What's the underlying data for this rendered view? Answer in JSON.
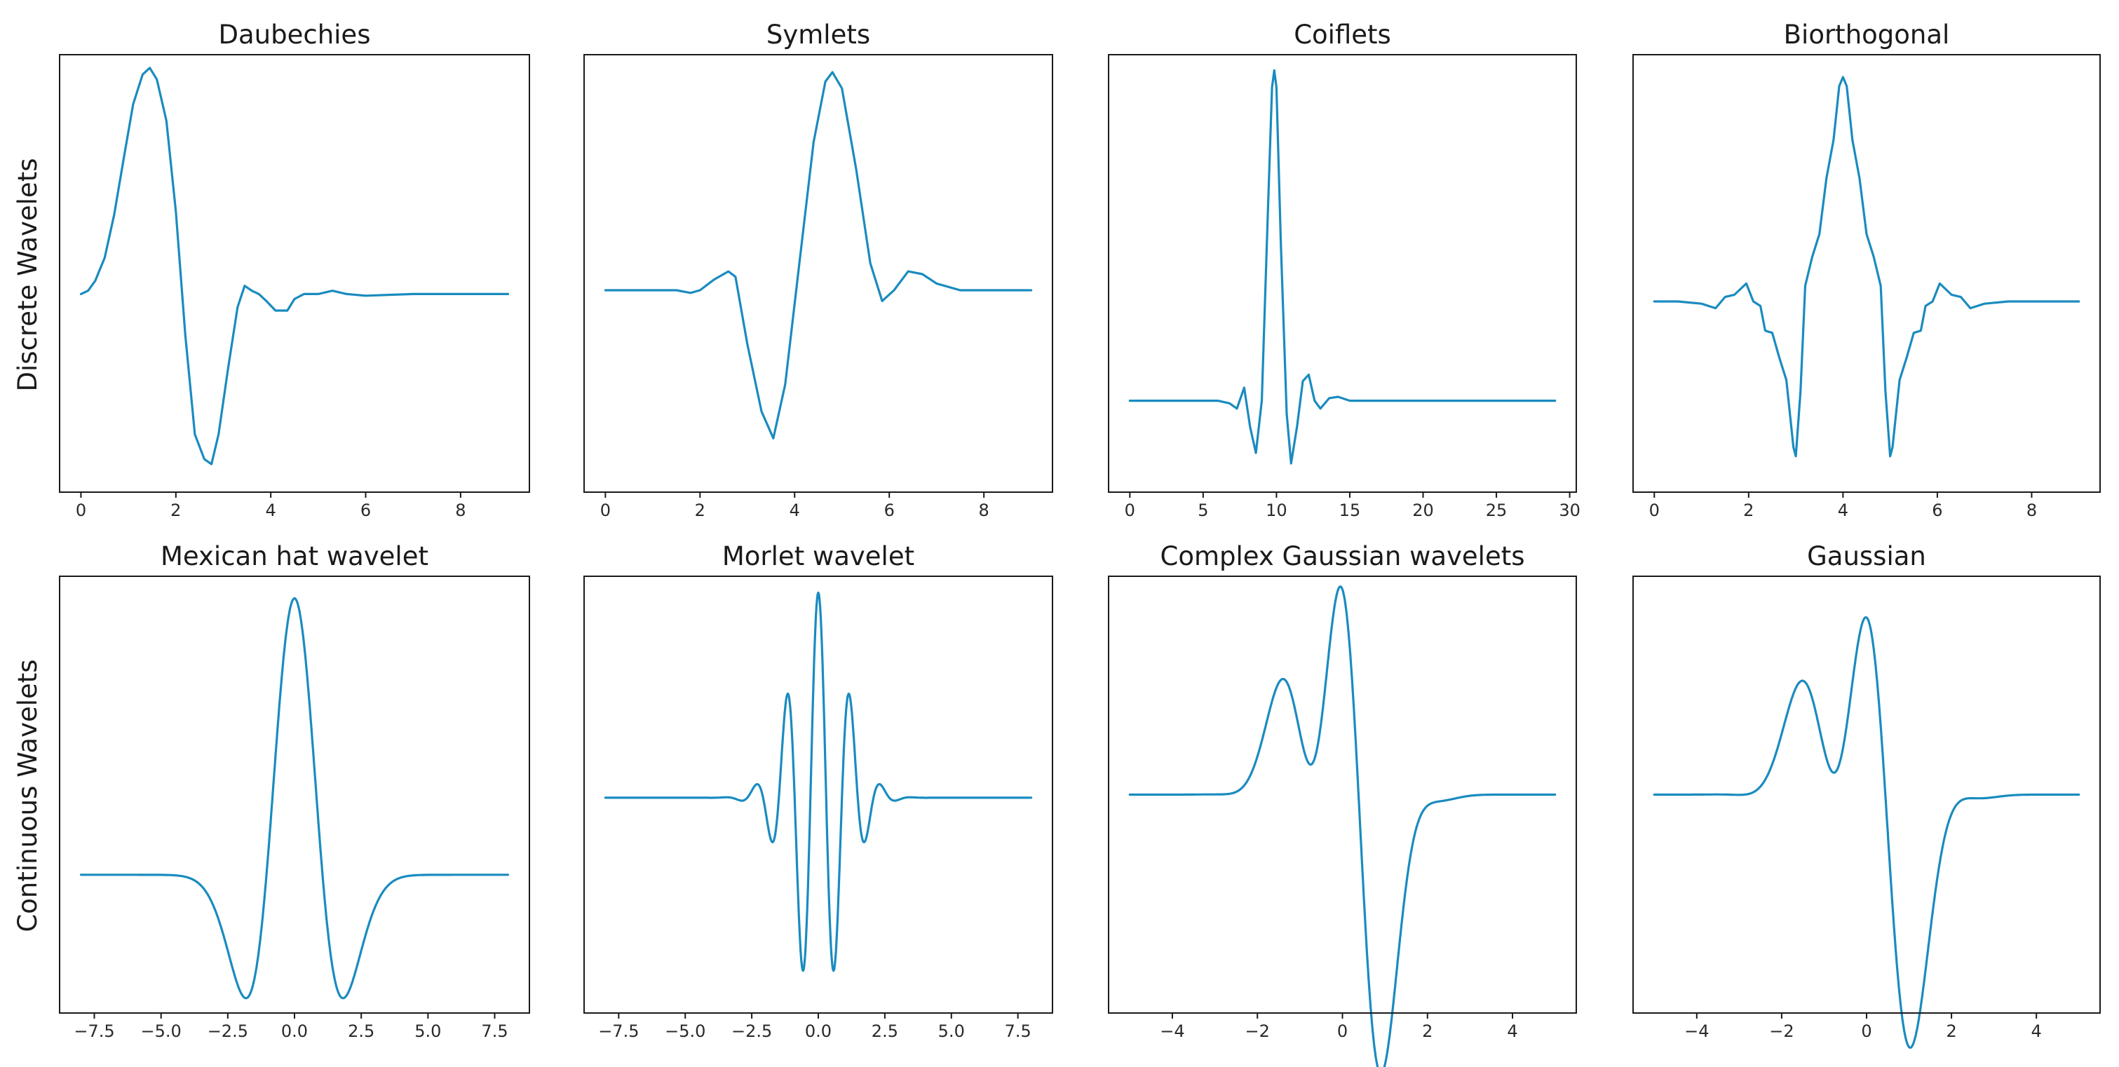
{
  "row_labels": [
    "Discrete Wavelets",
    "Continuous Wavelets"
  ],
  "colors": {
    "line": "#1a8bbf",
    "axes": "#1a1a1a",
    "background": "#ffffff"
  },
  "chart_data": [
    {
      "type": "line",
      "title": "Daubechies",
      "xlabel": "",
      "ylabel": "",
      "xlim": [
        -0.45,
        9.45
      ],
      "ylim": [
        -1.2,
        1.45
      ],
      "xticks": [
        0,
        2,
        4,
        6,
        8
      ],
      "xtick_labels": [
        "0",
        "2",
        "4",
        "6",
        "8"
      ],
      "series": [
        {
          "points": [
            [
              0,
              0
            ],
            [
              0.15,
              0.02
            ],
            [
              0.3,
              0.08
            ],
            [
              0.5,
              0.22
            ],
            [
              0.7,
              0.48
            ],
            [
              0.9,
              0.82
            ],
            [
              1.1,
              1.15
            ],
            [
              1.3,
              1.33
            ],
            [
              1.45,
              1.37
            ],
            [
              1.6,
              1.3
            ],
            [
              1.8,
              1.05
            ],
            [
              2.0,
              0.5
            ],
            [
              2.2,
              -0.25
            ],
            [
              2.4,
              -0.85
            ],
            [
              2.6,
              -1.0
            ],
            [
              2.75,
              -1.03
            ],
            [
              2.9,
              -0.85
            ],
            [
              3.1,
              -0.45
            ],
            [
              3.3,
              -0.08
            ],
            [
              3.45,
              0.05
            ],
            [
              3.6,
              0.02
            ],
            [
              3.75,
              0.0
            ],
            [
              3.9,
              -0.04
            ],
            [
              4.1,
              -0.1
            ],
            [
              4.35,
              -0.1
            ],
            [
              4.5,
              -0.03
            ],
            [
              4.7,
              0.0
            ],
            [
              5.0,
              0.0
            ],
            [
              5.3,
              0.02
            ],
            [
              5.6,
              0.0
            ],
            [
              6.0,
              -0.01
            ],
            [
              7.0,
              0.0
            ],
            [
              9.0,
              0.0
            ]
          ]
        }
      ]
    },
    {
      "type": "line",
      "title": "Symlets",
      "xlabel": "",
      "ylabel": "",
      "xlim": [
        -0.45,
        9.45
      ],
      "ylim": [
        -1.5,
        1.75
      ],
      "xticks": [
        0,
        2,
        4,
        6,
        8
      ],
      "xtick_labels": [
        "0",
        "2",
        "4",
        "6",
        "8"
      ],
      "series": [
        {
          "points": [
            [
              0,
              0
            ],
            [
              1.5,
              0.0
            ],
            [
              1.8,
              -0.02
            ],
            [
              2.0,
              0.0
            ],
            [
              2.3,
              0.08
            ],
            [
              2.6,
              0.14
            ],
            [
              2.75,
              0.1
            ],
            [
              3.0,
              -0.4
            ],
            [
              3.3,
              -0.9
            ],
            [
              3.55,
              -1.1
            ],
            [
              3.8,
              -0.7
            ],
            [
              4.1,
              0.2
            ],
            [
              4.4,
              1.1
            ],
            [
              4.65,
              1.55
            ],
            [
              4.8,
              1.62
            ],
            [
              5.0,
              1.5
            ],
            [
              5.3,
              0.9
            ],
            [
              5.6,
              0.2
            ],
            [
              5.85,
              -0.08
            ],
            [
              6.1,
              0.0
            ],
            [
              6.4,
              0.14
            ],
            [
              6.7,
              0.12
            ],
            [
              7.0,
              0.05
            ],
            [
              7.5,
              0.0
            ],
            [
              9.0,
              0.0
            ]
          ]
        }
      ]
    },
    {
      "type": "line",
      "title": "Coiflets",
      "xlabel": "",
      "ylabel": "",
      "xlim": [
        -1.45,
        30.45
      ],
      "ylim": [
        -0.7,
        2.65
      ],
      "xticks": [
        0,
        5,
        10,
        15,
        20,
        25,
        30
      ],
      "xtick_labels": [
        "0",
        "5",
        "10",
        "15",
        "20",
        "25",
        "30"
      ],
      "series": [
        {
          "points": [
            [
              0,
              0
            ],
            [
              6.0,
              0.0
            ],
            [
              6.8,
              -0.02
            ],
            [
              7.3,
              -0.06
            ],
            [
              7.8,
              0.1
            ],
            [
              8.2,
              -0.2
            ],
            [
              8.6,
              -0.4
            ],
            [
              9.0,
              0.0
            ],
            [
              9.4,
              1.4
            ],
            [
              9.7,
              2.4
            ],
            [
              9.85,
              2.53
            ],
            [
              10.0,
              2.4
            ],
            [
              10.3,
              1.2
            ],
            [
              10.7,
              -0.1
            ],
            [
              11.0,
              -0.48
            ],
            [
              11.4,
              -0.2
            ],
            [
              11.8,
              0.15
            ],
            [
              12.2,
              0.2
            ],
            [
              12.6,
              0.0
            ],
            [
              13.0,
              -0.06
            ],
            [
              13.6,
              0.02
            ],
            [
              14.2,
              0.03
            ],
            [
              15.0,
              0.0
            ],
            [
              20.0,
              0.0
            ],
            [
              29.0,
              0.0
            ]
          ]
        }
      ]
    },
    {
      "type": "line",
      "title": "Biorthogonal",
      "xlabel": "",
      "ylabel": "",
      "xlim": [
        -0.45,
        9.45
      ],
      "ylim": [
        -0.85,
        1.1
      ],
      "xticks": [
        0,
        2,
        4,
        6,
        8
      ],
      "xtick_labels": [
        "0",
        "2",
        "4",
        "6",
        "8"
      ],
      "series": [
        {
          "points": [
            [
              0,
              0
            ],
            [
              0.5,
              0.0
            ],
            [
              1.0,
              -0.01
            ],
            [
              1.3,
              -0.03
            ],
            [
              1.5,
              0.02
            ],
            [
              1.7,
              0.03
            ],
            [
              1.95,
              0.08
            ],
            [
              2.1,
              0.0
            ],
            [
              2.25,
              -0.02
            ],
            [
              2.35,
              -0.13
            ],
            [
              2.5,
              -0.14
            ],
            [
              2.65,
              -0.25
            ],
            [
              2.8,
              -0.35
            ],
            [
              2.95,
              -0.65
            ],
            [
              3.0,
              -0.69
            ],
            [
              3.1,
              -0.4
            ],
            [
              3.2,
              0.07
            ],
            [
              3.35,
              0.2
            ],
            [
              3.5,
              0.3
            ],
            [
              3.65,
              0.55
            ],
            [
              3.8,
              0.72
            ],
            [
              3.92,
              0.96
            ],
            [
              4.0,
              1.0
            ],
            [
              4.08,
              0.96
            ],
            [
              4.2,
              0.72
            ],
            [
              4.35,
              0.55
            ],
            [
              4.5,
              0.3
            ],
            [
              4.65,
              0.2
            ],
            [
              4.8,
              0.07
            ],
            [
              4.9,
              -0.4
            ],
            [
              5.0,
              -0.69
            ],
            [
              5.05,
              -0.65
            ],
            [
              5.2,
              -0.35
            ],
            [
              5.35,
              -0.25
            ],
            [
              5.5,
              -0.14
            ],
            [
              5.65,
              -0.13
            ],
            [
              5.75,
              -0.02
            ],
            [
              5.9,
              0.0
            ],
            [
              6.05,
              0.08
            ],
            [
              6.3,
              0.03
            ],
            [
              6.5,
              0.02
            ],
            [
              6.7,
              -0.03
            ],
            [
              7.0,
              -0.01
            ],
            [
              7.5,
              0.0
            ],
            [
              9.0,
              0.0
            ]
          ]
        }
      ]
    },
    {
      "type": "line",
      "title": "Mexican hat wavelet",
      "xlabel": "",
      "ylabel": "",
      "xlim": [
        -8.8,
        8.8
      ],
      "ylim": [
        -0.5,
        1.08
      ],
      "xticks": [
        -7.5,
        -5.0,
        -2.5,
        0.0,
        2.5,
        5.0,
        7.5
      ],
      "xtick_labels": [
        "−7.5",
        "−5.0",
        "−2.5",
        "0.0",
        "2.5",
        "5.0",
        "7.5"
      ],
      "series": [
        {
          "name": "",
          "function": "mexican_hat",
          "x_range": [
            -8,
            8
          ]
        }
      ]
    },
    {
      "type": "line",
      "title": "Morlet wavelet",
      "xlabel": "",
      "ylabel": "",
      "xlim": [
        -8.8,
        8.8
      ],
      "ylim": [
        -1.05,
        1.08
      ],
      "xticks": [
        -7.5,
        -5.0,
        -2.5,
        0.0,
        2.5,
        5.0,
        7.5
      ],
      "xtick_labels": [
        "−7.5",
        "−5.0",
        "−2.5",
        "0.0",
        "2.5",
        "5.0",
        "7.5"
      ],
      "series": [
        {
          "name": "",
          "function": "morlet",
          "x_range": [
            -8,
            8
          ]
        }
      ]
    },
    {
      "type": "line",
      "title": "Complex Gaussian wavelets",
      "xlabel": "",
      "ylabel": "",
      "xlim": [
        -5.5,
        5.5
      ],
      "ylim": [
        -0.92,
        0.92
      ],
      "xticks": [
        -4,
        -2,
        0,
        2,
        4
      ],
      "xtick_labels": [
        "−4",
        "−2",
        "0",
        "2",
        "4"
      ],
      "series": [
        {
          "name": "",
          "function": "complex_gaussian",
          "x_range": [
            -5,
            5
          ]
        }
      ]
    },
    {
      "type": "line",
      "title": "Gaussian",
      "xlabel": "",
      "ylabel": "",
      "xlim": [
        -5.5,
        5.5
      ],
      "ylim": [
        -0.92,
        0.92
      ],
      "xticks": [
        -4,
        -2,
        0,
        2,
        4
      ],
      "xtick_labels": [
        "−4",
        "−2",
        "0",
        "2",
        "4"
      ],
      "series": [
        {
          "name": "",
          "function": "gaussian_derivative",
          "x_range": [
            -5,
            5
          ]
        }
      ]
    }
  ]
}
